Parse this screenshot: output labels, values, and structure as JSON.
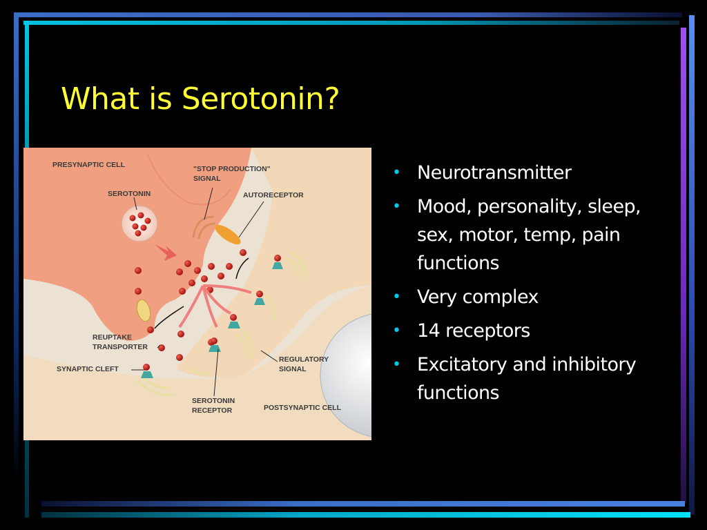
{
  "slide": {
    "title": "What is Serotonin?",
    "bullets": [
      "Neurotransmitter",
      "Mood, personality, sleep, sex, motor, temp, pain functions",
      "Very complex",
      "14 receptors",
      "Excitatory and inhibitory functions"
    ],
    "bullet_color": "#00c8e8",
    "title_color": "#ffff33"
  },
  "figure": {
    "labels": {
      "presynaptic_cell": "PRESYNAPTIC CELL",
      "stop_production_1": "\"STOP PRODUCTION\"",
      "stop_production_2": "SIGNAL",
      "serotonin": "SEROTONIN",
      "autoreceptor": "AUTORECEPTOR",
      "reuptake_1": "REUPTAKE",
      "reuptake_2": "TRANSPORTER",
      "synaptic_cleft": "SYNAPTIC CLEFT",
      "regulatory_1": "REGULATORY",
      "regulatory_2": "SIGNAL",
      "receptor_1": "SEROTONIN",
      "receptor_2": "RECEPTOR",
      "postsynaptic_cell": "POSTSYNAPTIC CELL"
    }
  }
}
